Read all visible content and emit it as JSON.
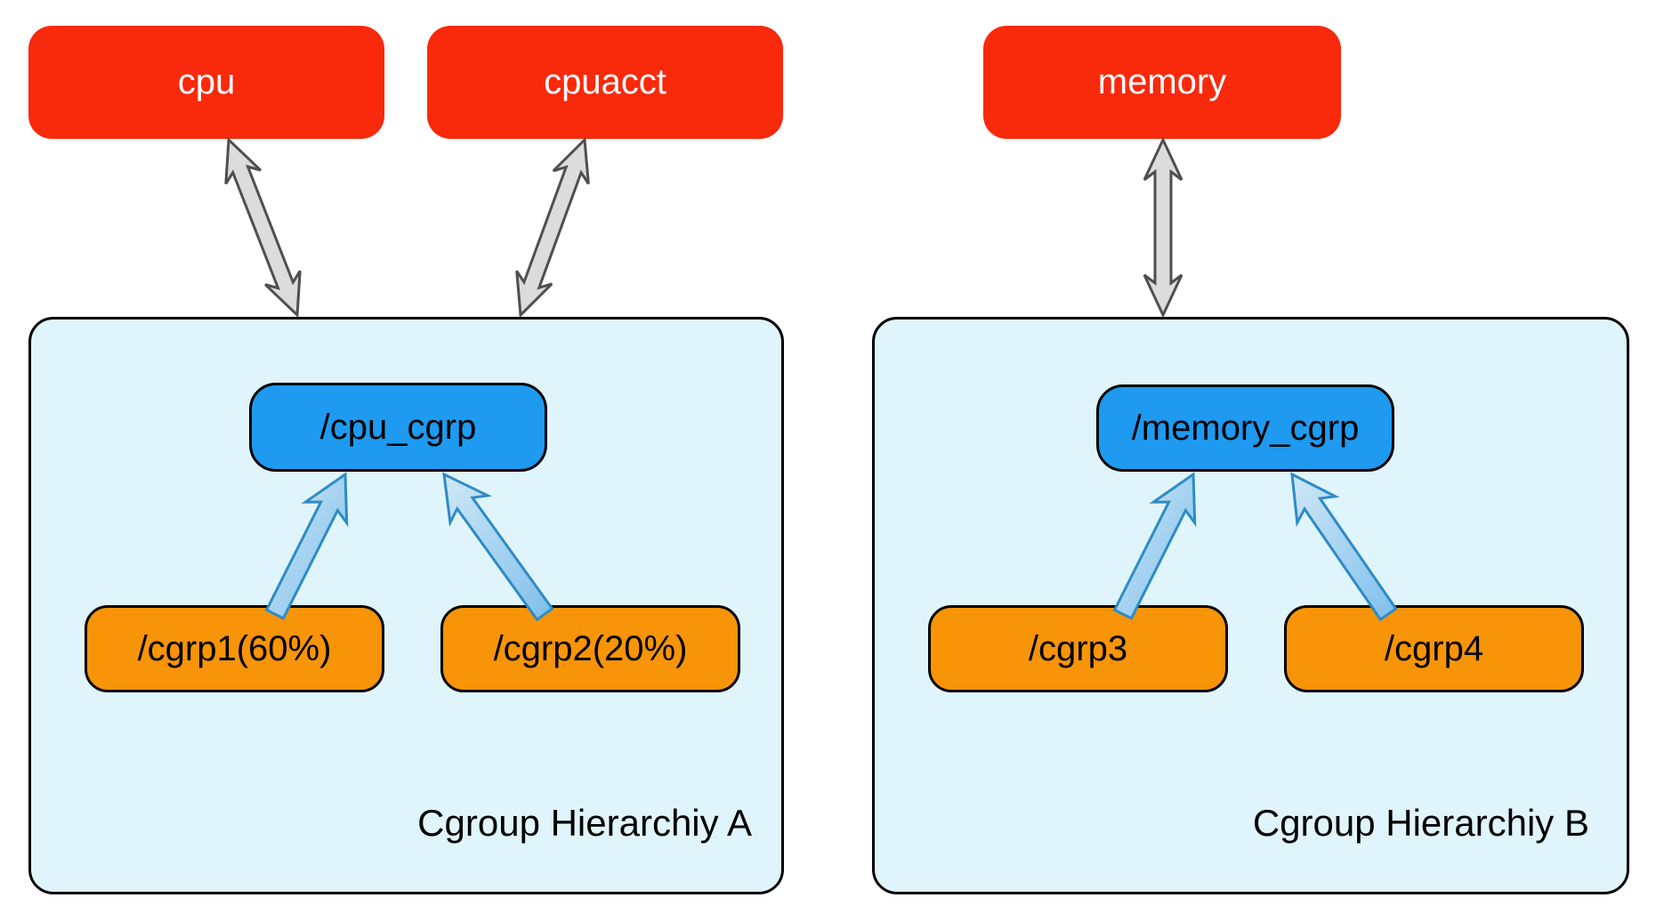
{
  "diagram": {
    "controllers": [
      {
        "label": "cpu"
      },
      {
        "label": "cpuacct"
      },
      {
        "label": "memory"
      }
    ],
    "hierarchy_a": {
      "caption": "Cgroup Hierarchiy A",
      "root": "/cpu_cgrp",
      "children": [
        {
          "label": "/cgrp1(60%)"
        },
        {
          "label": "/cgrp2(20%)"
        }
      ]
    },
    "hierarchy_b": {
      "caption": "Cgroup Hierarchiy B",
      "root": "/memory_cgrp",
      "children": [
        {
          "label": "/cgrp3"
        },
        {
          "label": "/cgrp4"
        }
      ]
    }
  },
  "colors": {
    "controller_red": "#F9290B",
    "cgroup_blue": "#1E9AF0",
    "cgroup_orange": "#F79408",
    "container_fill": "#E0F5FB",
    "container_border": "#000000",
    "gray_arrow_fill": "#DCDCDC",
    "gray_arrow_stroke": "#4F4F4F",
    "blue_arrow_stroke": "#2E8BC6",
    "blue_arrow_fill_light": "#CFE8F8",
    "blue_arrow_fill_dark": "#7FBFEA",
    "text_on_controller": "#FFFFFF",
    "text_on_cgroup": "#000000"
  }
}
